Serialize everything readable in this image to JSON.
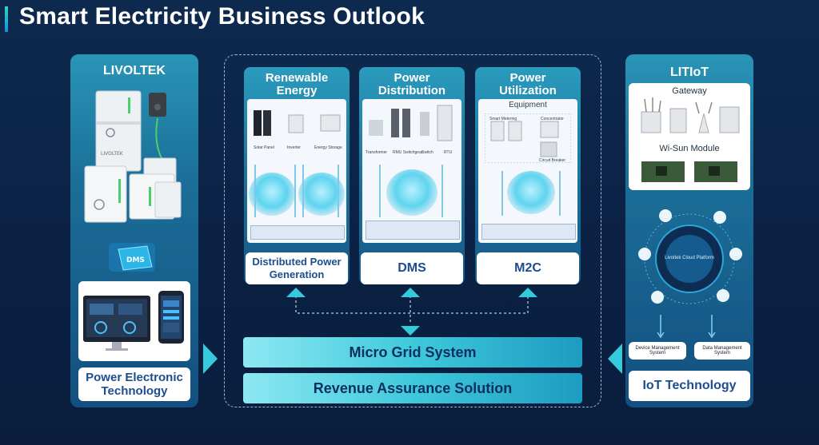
{
  "title": "Smart Electricity Business Outlook",
  "left": {
    "brand": "LIVOLTEK",
    "product_logo_text": "LIVOLTEK",
    "badge_text": "DMS",
    "label": "Power Electronic Technology"
  },
  "center": {
    "columns": [
      {
        "title": "Renewable Energy",
        "items": [
          "Solar Panel",
          "Inverter",
          "Energy Storage"
        ],
        "label": "Distributed Power Generation"
      },
      {
        "title": "Power Distribution",
        "items": [
          "Transformer",
          "RMU Switchgear",
          "Switch",
          "RTU"
        ],
        "label": "DMS"
      },
      {
        "title": "Power Utilization",
        "header": "Equipment",
        "items": [
          "Smart Metering",
          "Concentrator",
          "Circuit Breaker"
        ],
        "label": "M2C"
      }
    ],
    "bars": [
      "Micro Grid System",
      "Revenue Assurance Solution"
    ]
  },
  "right": {
    "brand": "LITIoT",
    "gateway_label": "Gateway",
    "module_label": "Wi-Sun Module",
    "platform_text": "Livoltek Cloud Platform",
    "sys_boxes": [
      "Device Management System",
      "Data Management System"
    ],
    "label": "IoT Technology"
  },
  "colors": {
    "accent": "#2ed3c6",
    "bar": "#36c9dc",
    "label_text": "#1c4d8f"
  }
}
